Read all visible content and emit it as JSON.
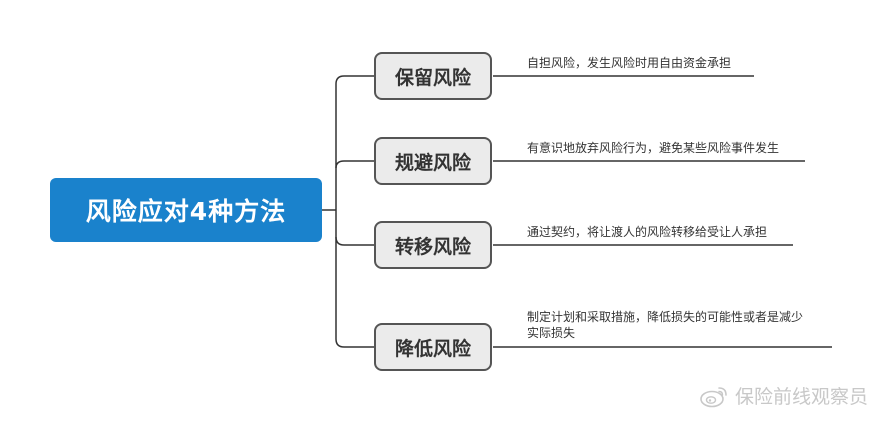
{
  "root": {
    "label": "风险应对4种方法"
  },
  "branches": [
    {
      "label": "保留风险",
      "description": [
        "自担风险，发生风险时用自由资金承担"
      ]
    },
    {
      "label": "规避风险",
      "description": [
        "有意识地放弃风险行为，避免某些风险事件发生"
      ]
    },
    {
      "label": "转移风险",
      "description": [
        "通过契约，将让渡人的风险转移给受让人承担"
      ]
    },
    {
      "label": "降低风险",
      "description": [
        "制定计划和采取措施，降低损失的可能性或者是减少",
        "实际损失"
      ]
    }
  ],
  "watermark": {
    "text": "保险前线观察员",
    "icon": "weibo-icon"
  },
  "colors": {
    "root_fill": "#1a82cc",
    "branch_fill": "#ebebeb",
    "branch_border": "#555555",
    "line": "#333333"
  }
}
